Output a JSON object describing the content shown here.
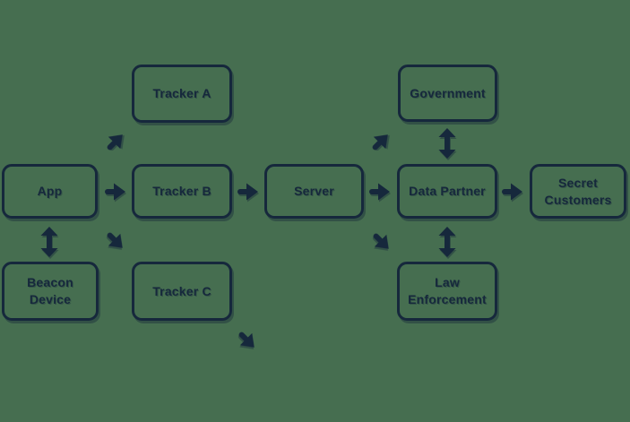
{
  "diagram": {
    "nodes": {
      "app": {
        "label": "App"
      },
      "beacon_device": {
        "label": "Beacon Device"
      },
      "tracker_a": {
        "label": "Tracker A"
      },
      "tracker_b": {
        "label": "Tracker B"
      },
      "tracker_c": {
        "label": "Tracker C"
      },
      "server": {
        "label": "Server"
      },
      "government": {
        "label": "Government"
      },
      "data_partner": {
        "label": "Data Partner"
      },
      "law_enforcement": {
        "label": "Law Enforcement"
      },
      "secret_customers": {
        "label": "Secret Customers"
      }
    },
    "edges": [
      {
        "from": "app",
        "to": "tracker_a",
        "direction": "one-way"
      },
      {
        "from": "app",
        "to": "tracker_b",
        "direction": "one-way"
      },
      {
        "from": "app",
        "to": "tracker_c",
        "direction": "one-way"
      },
      {
        "from": "app",
        "to": "beacon_device",
        "direction": "two-way"
      },
      {
        "from": "tracker_b",
        "to": "server",
        "direction": "one-way"
      },
      {
        "from": "server",
        "to": "government",
        "direction": "one-way"
      },
      {
        "from": "server",
        "to": "data_partner",
        "direction": "one-way"
      },
      {
        "from": "server",
        "to": "law_enforcement",
        "direction": "one-way"
      },
      {
        "from": "data_partner",
        "to": "government",
        "direction": "two-way"
      },
      {
        "from": "data_partner",
        "to": "law_enforcement",
        "direction": "two-way"
      },
      {
        "from": "data_partner",
        "to": "secret_customers",
        "direction": "one-way"
      },
      {
        "from": "tracker_c",
        "to": "offscreen-bottom-right",
        "direction": "one-way"
      }
    ],
    "icons": {
      "arrow_right": "→",
      "arrow_up_right": "↗",
      "arrow_down_right": "↘",
      "arrow_up_down": "↕"
    },
    "colors": {
      "background": "#466e50",
      "ink": "#16283c"
    }
  }
}
